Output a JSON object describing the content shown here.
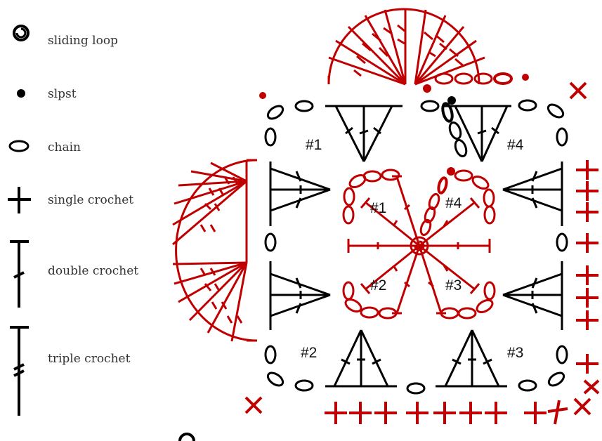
{
  "legend": {
    "sliding_loop": "sliding loop",
    "slpst": "slpst",
    "chain": "chain",
    "single_crochet": "single crochet",
    "double_crochet": "double crochet",
    "triple_crochet": "triple crochet"
  },
  "inner_labels": {
    "tl": "#1",
    "tr": "#4",
    "bl": "#2",
    "br": "#3"
  },
  "outer_labels": {
    "tl": "#1",
    "tr": "#4",
    "bl": "#2",
    "br": "#3"
  },
  "colors": {
    "red": "#c00000",
    "black": "#000000"
  },
  "icons": {
    "sliding_loop": "sliding-loop-icon",
    "slpst": "slip-stitch-dot-icon",
    "chain": "chain-oval-icon",
    "single_crochet": "single-crochet-cross-icon",
    "double_crochet": "double-crochet-icon",
    "triple_crochet": "triple-crochet-icon"
  }
}
